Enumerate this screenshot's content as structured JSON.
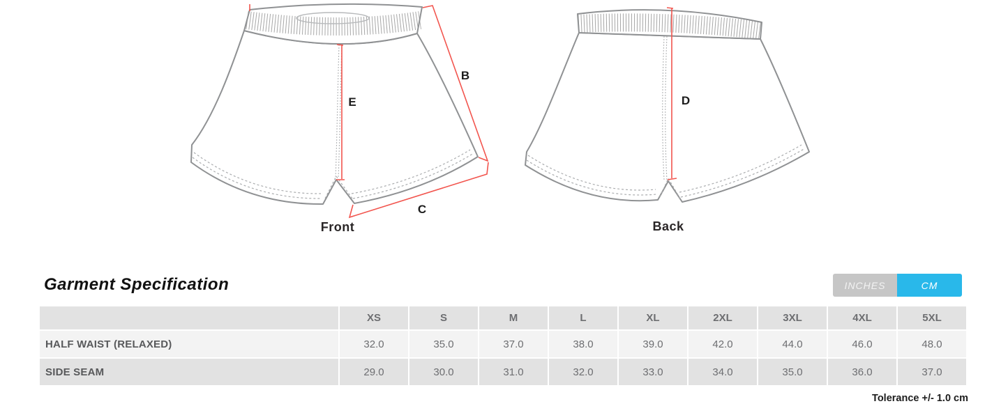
{
  "page": {
    "title": "Garment Specification",
    "tolerance_note": "Tolerance +/- 1.0 cm"
  },
  "diagram": {
    "front_label": "Front",
    "back_label": "Back",
    "measures": {
      "b": "B",
      "c": "C",
      "d": "D",
      "e": "E"
    }
  },
  "unit_toggle": {
    "options": [
      {
        "label": "INCHES",
        "active": false,
        "bg": "#c6c6c6"
      },
      {
        "label": "CM",
        "active": true,
        "bg": "#29b8ea"
      }
    ]
  },
  "spec_table": {
    "sizes": [
      "XS",
      "S",
      "M",
      "L",
      "XL",
      "2XL",
      "3XL",
      "4XL",
      "5XL"
    ],
    "rows": [
      {
        "label": "HALF WAIST (RELAXED)",
        "values": [
          "32.0",
          "35.0",
          "37.0",
          "38.0",
          "39.0",
          "42.0",
          "44.0",
          "46.0",
          "48.0"
        ]
      },
      {
        "label": "SIDE SEAM",
        "values": [
          "29.0",
          "30.0",
          "31.0",
          "32.0",
          "33.0",
          "34.0",
          "35.0",
          "36.0",
          "37.0"
        ]
      }
    ]
  },
  "colors": {
    "accent_cm": "#29b8ea",
    "toggle_inactive": "#c6c6c6",
    "measure_line": "#f2554e",
    "garment_outline": "#8f9193",
    "table_header_bg": "#e2e2e2",
    "table_row_light_bg": "#f3f3f3",
    "table_row_dark_bg": "#e2e2e2"
  }
}
